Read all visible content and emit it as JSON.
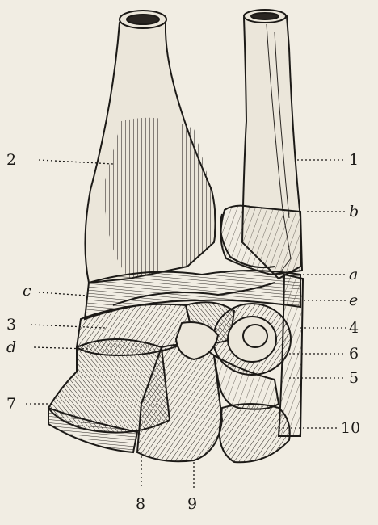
{
  "figure": {
    "labels": {
      "n1": "1",
      "n2": "2",
      "n3": "3",
      "n4": "4",
      "n5": "5",
      "n6": "6",
      "n7": "7",
      "n8": "8",
      "n9": "9",
      "n10": "10",
      "a": "a",
      "b": "b",
      "c": "c",
      "d": "d",
      "e": "e"
    },
    "ink_color": "#1c1a17",
    "paper_color": "#f1ede3"
  }
}
